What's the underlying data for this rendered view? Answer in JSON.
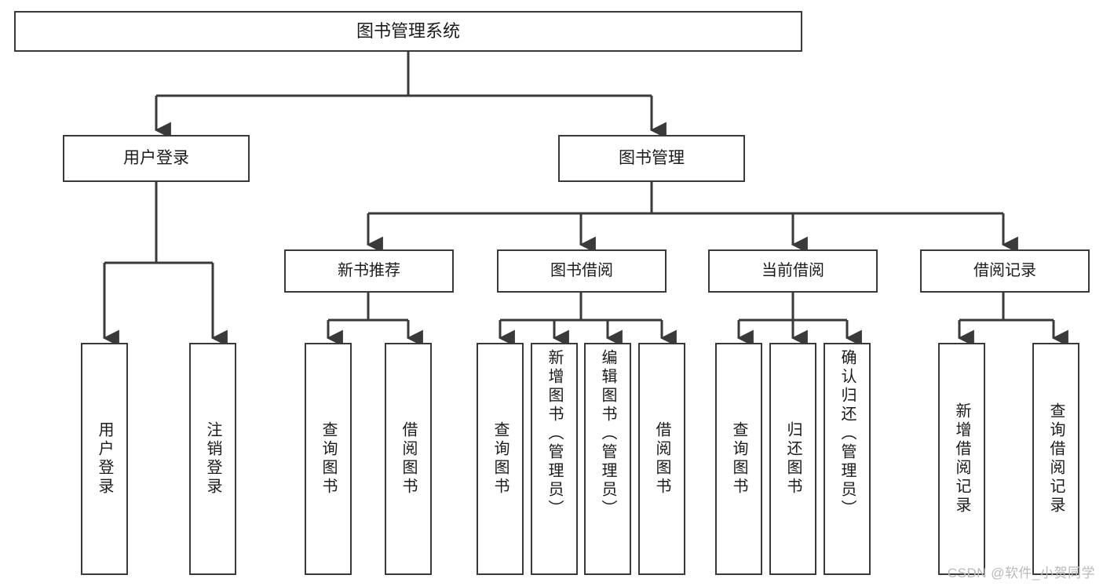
{
  "diagram": {
    "type": "tree",
    "title": "图书管理系统",
    "orientation": "top-down",
    "colors": {
      "background": "#ffffff",
      "box_border": "#3a3a3a",
      "connector": "#3a3a3a",
      "text": "#1b1b1b",
      "watermark": "#b9b9b9"
    },
    "root": {
      "label": "图书管理系统"
    },
    "level2": [
      {
        "label": "用户登录"
      },
      {
        "label": "图书管理"
      }
    ],
    "level3": [
      {
        "label": "新书推荐"
      },
      {
        "label": "图书借阅"
      },
      {
        "label": "当前借阅"
      },
      {
        "label": "借阅记录"
      }
    ],
    "leaves": {
      "user_login": [
        {
          "label": "用户登录"
        },
        {
          "label": "注销登录"
        }
      ],
      "new_book": [
        {
          "label": "查询图书"
        },
        {
          "label": "借阅图书"
        }
      ],
      "book_borrow": [
        {
          "label": "查询图书"
        },
        {
          "label": "新增图书（管理员）"
        },
        {
          "label": "编辑图书（管理员）"
        },
        {
          "label": "借阅图书"
        }
      ],
      "current_borrow": [
        {
          "label": "查询图书"
        },
        {
          "label": "归还图书"
        },
        {
          "label": "确认归还（管理员）"
        }
      ],
      "borrow_record": [
        {
          "label": "新增借阅记录"
        },
        {
          "label": "查询借阅记录"
        }
      ]
    }
  },
  "watermark": {
    "text": "CSDN @软件_小贺同学"
  }
}
